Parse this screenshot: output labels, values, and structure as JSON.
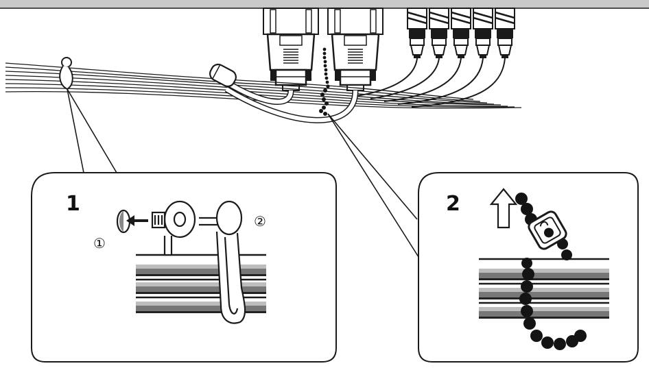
{
  "colors": {
    "line": "#1a1a1a",
    "panel_top_bar": "#c9c9c9",
    "cable_gray": "#8a8a8a",
    "cable_light": "#d0d0d0",
    "bead": "#141414",
    "background": "#ffffff"
  },
  "callouts": [
    {
      "number": "1",
      "sub_labels": [
        "①",
        "②"
      ]
    },
    {
      "number": "2",
      "sub_labels": []
    }
  ],
  "icons": [
    "cable-clamp-icon",
    "bead-band-icon",
    "arrow-left-icon",
    "arrow-up-icon"
  ],
  "connectors": {
    "dsub_count": 2,
    "bnc_count": 5
  }
}
